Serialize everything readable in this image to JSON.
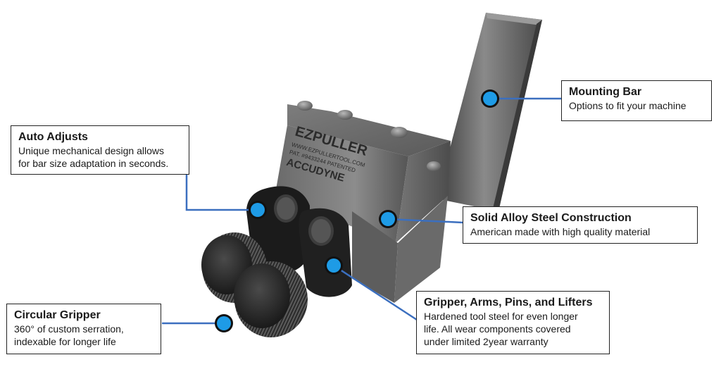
{
  "image": {
    "subject": "puller tool product photo",
    "engraving": {
      "brand": "EZPULLER",
      "website": "WWW.EZPULLERTOOL.COM",
      "patent": "PAT. #9433244 PATENTED",
      "maker": "ACCUDYNE"
    }
  },
  "callouts": {
    "mounting_bar": {
      "title": "Mounting Bar",
      "lines": [
        "Options to fit your machine"
      ]
    },
    "auto_adjusts": {
      "title": "Auto Adjusts",
      "lines": [
        "Unique mechanical design allows",
        "for bar size adaptation in seconds."
      ]
    },
    "solid_alloy": {
      "title": "Solid Alloy Steel Construction",
      "lines": [
        "American made with high quality material"
      ]
    },
    "gripper_arms": {
      "title": "Gripper, Arms, Pins, and Lifters",
      "lines": [
        "Hardened tool steel for even longer",
        "life. All wear components covered",
        "under limited 2year warranty"
      ]
    },
    "circular_gripper": {
      "title": "Circular Gripper",
      "lines": [
        "360° of custom serration,",
        "indexable for longer life"
      ]
    }
  },
  "colors": {
    "leader": "#3b6fbf",
    "marker_fill": "#1e9be6",
    "marker_ring": "#111111"
  }
}
